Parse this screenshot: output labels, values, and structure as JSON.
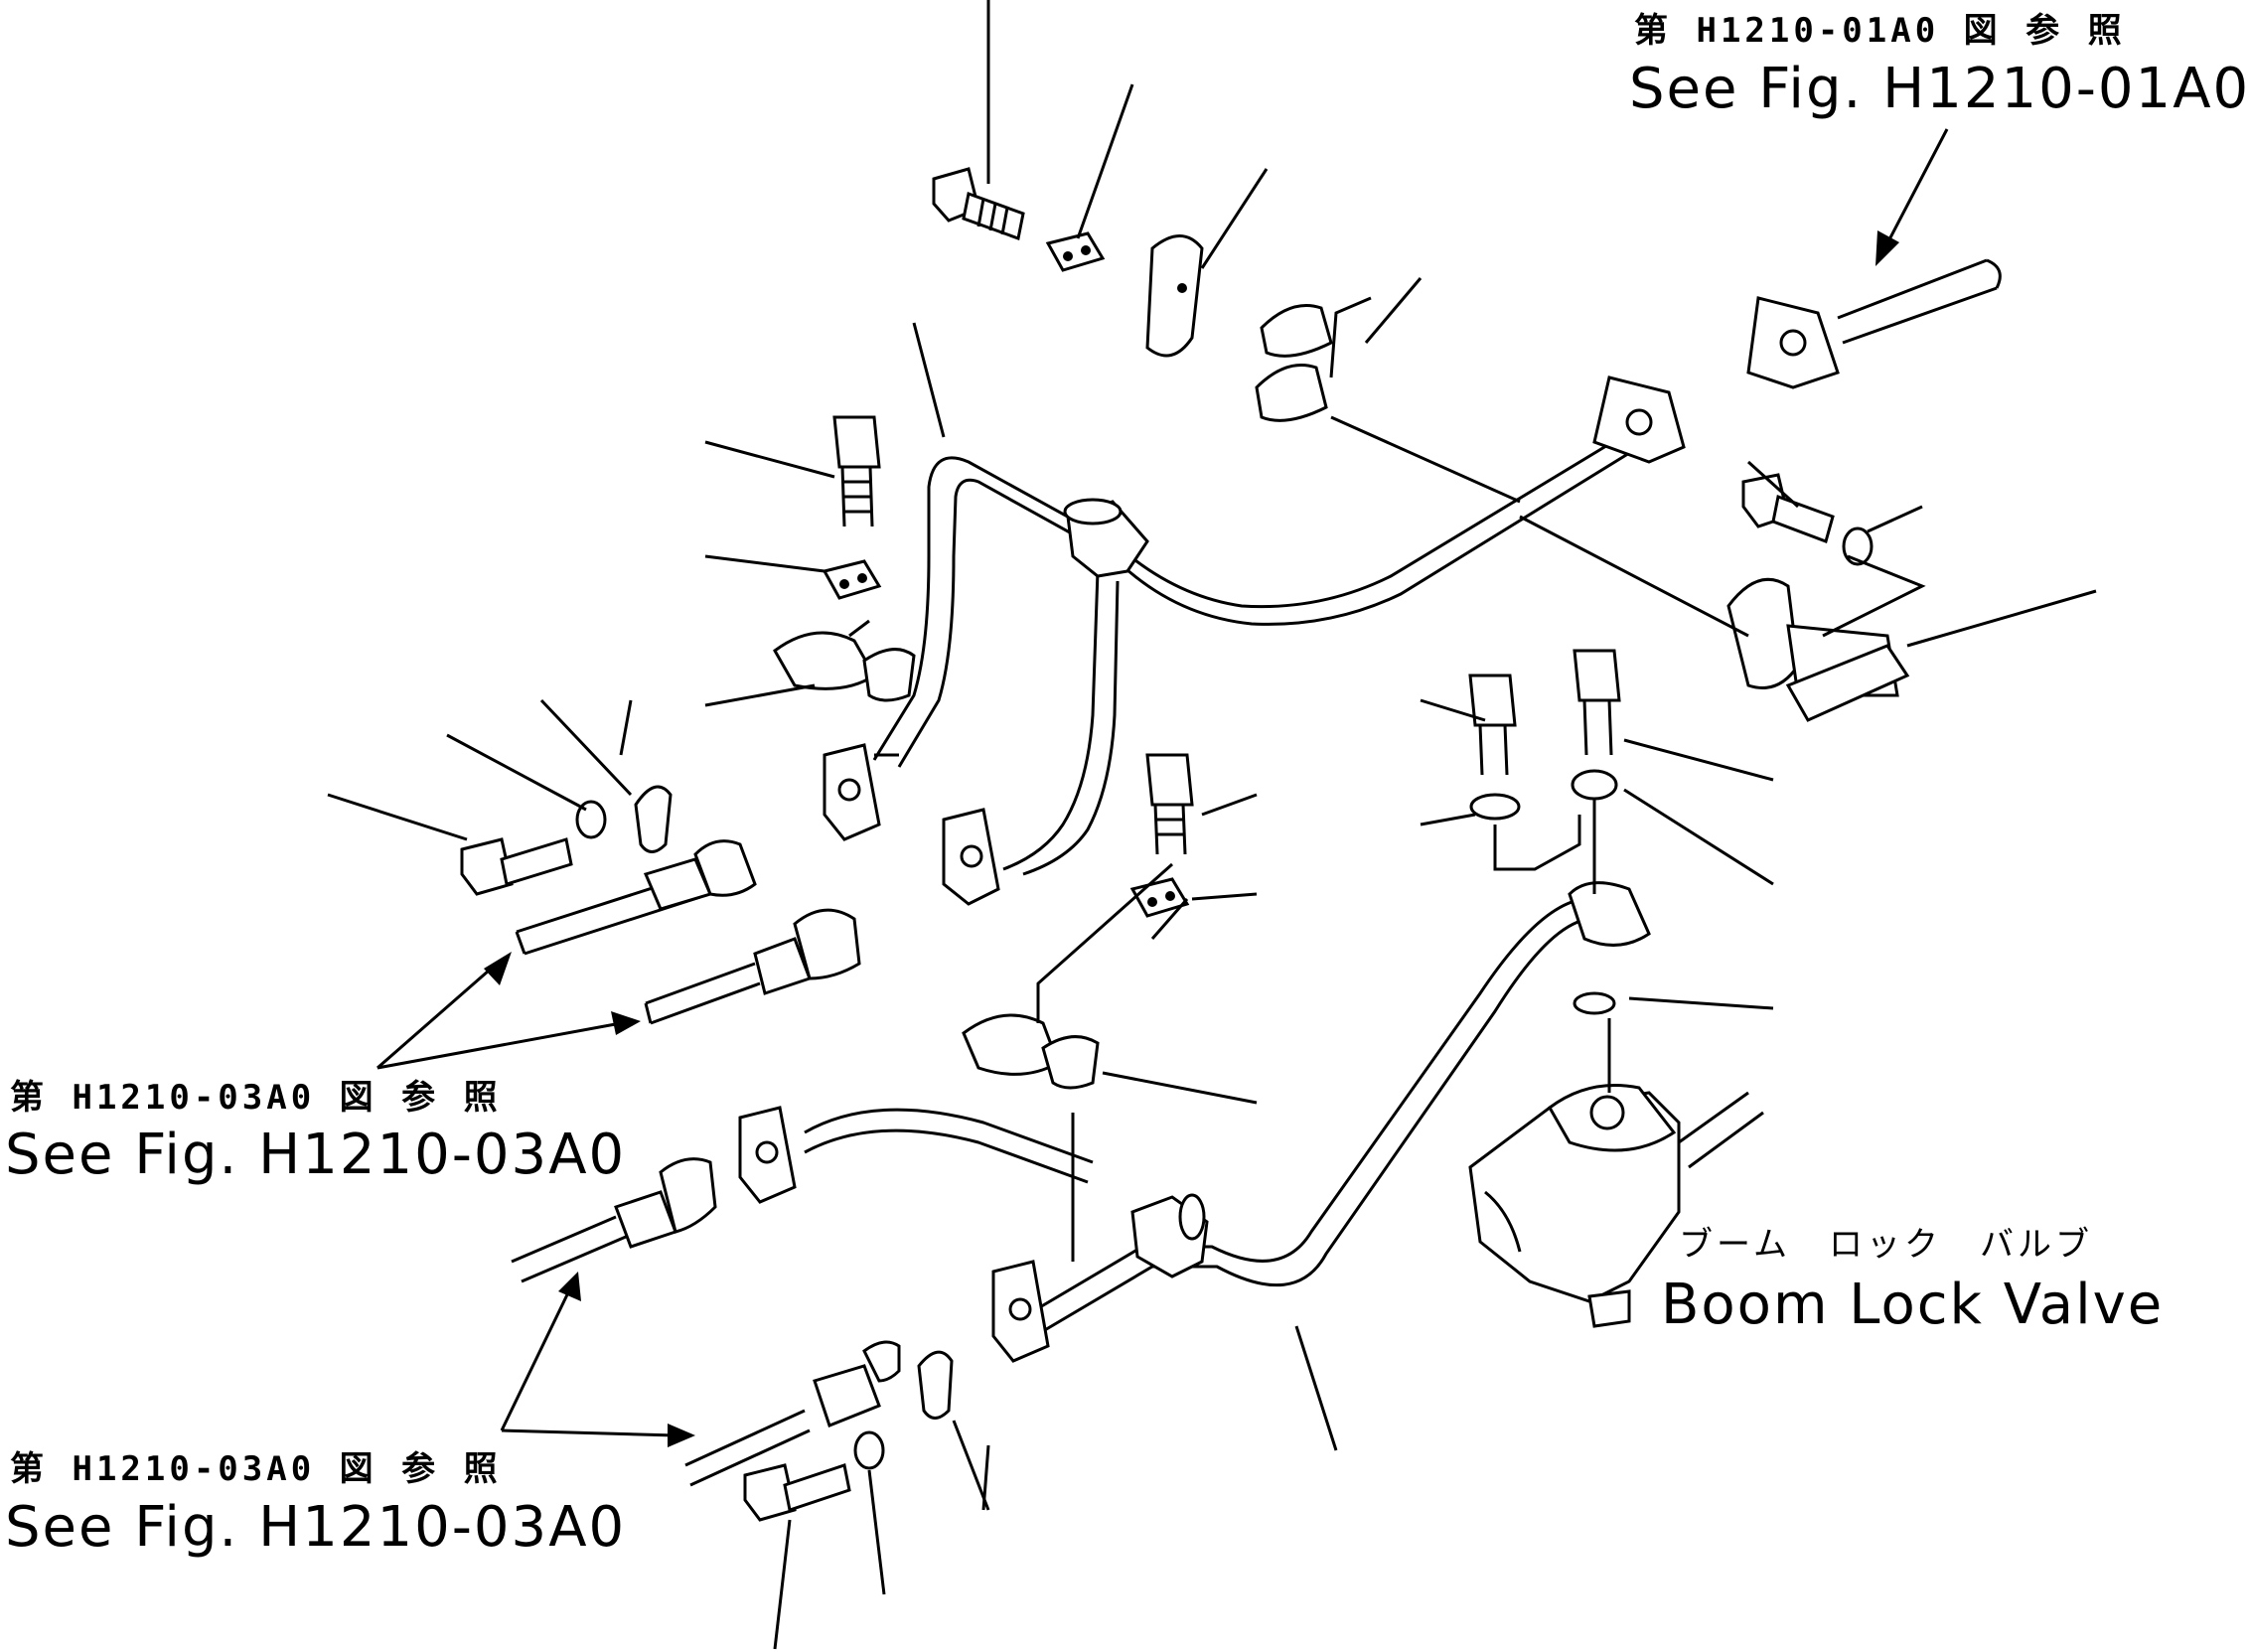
{
  "references": {
    "top_right": {
      "jp": "第 H1210-01A0 図 参 照",
      "en": "See Fig. H1210-01A0"
    },
    "mid_left": {
      "jp": "第 H1210-03A0 図 参 照",
      "en": "See Fig. H1210-03A0"
    },
    "bottom_left": {
      "jp": "第 H1210-03A0 図 参 照",
      "en": "See Fig. H1210-03A0"
    }
  },
  "valve": {
    "jp": "ブーム　ロック　バルブ",
    "en": "Boom Lock Valve"
  }
}
